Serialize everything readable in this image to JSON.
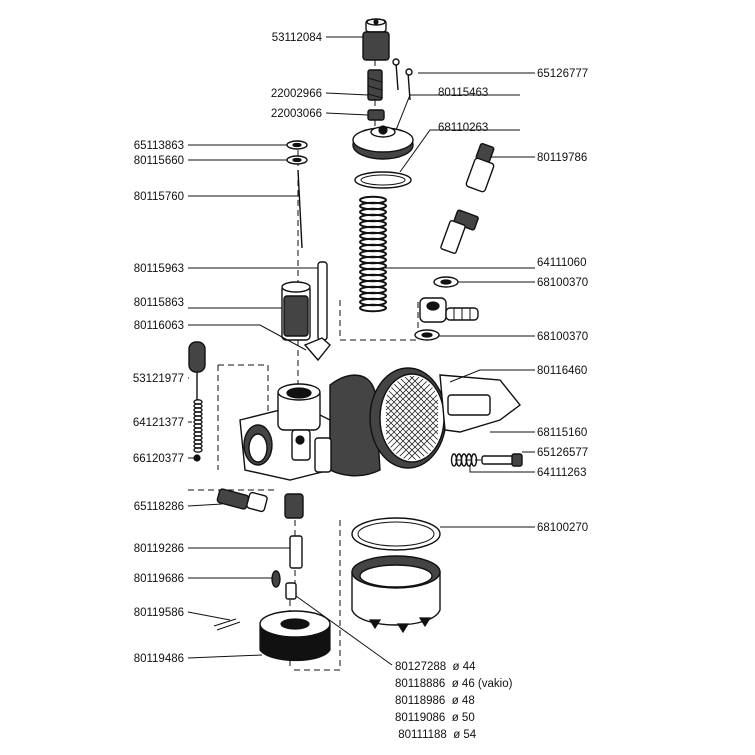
{
  "parts": {
    "p53112084": "53112084",
    "p65126777": "65126777",
    "p22002966": "22002966",
    "p80115463": "80115463",
    "p22003066": "22003066",
    "p68110263": "68110263",
    "p65113863": "65113863",
    "p80115660": "80115660",
    "p80119786": "80119786",
    "p80115760": "80115760",
    "p80115963": "80115963",
    "p64111060": "64111060",
    "p68100370a": "68100370",
    "p80115863": "80115863",
    "p80116063": "80116063",
    "p68100370b": "68100370",
    "p53121977": "53121977",
    "p80116460": "80116460",
    "p64121377": "64121377",
    "p68115160": "68115160",
    "p65126577": "65126577",
    "p66120377": "66120377",
    "p64111263": "64111263",
    "p65118286": "65118286",
    "p68100270": "68100270",
    "p80119286": "80119286",
    "p80119686": "80119686",
    "p80119586": "80119586",
    "p80119486": "80119486"
  },
  "jet_sizes": [
    "80127288  ø 44",
    "80118886  ø 46 (vakio)",
    "80118986  ø 48",
    "80119086  ø 50",
    " 80111188  ø 54"
  ]
}
